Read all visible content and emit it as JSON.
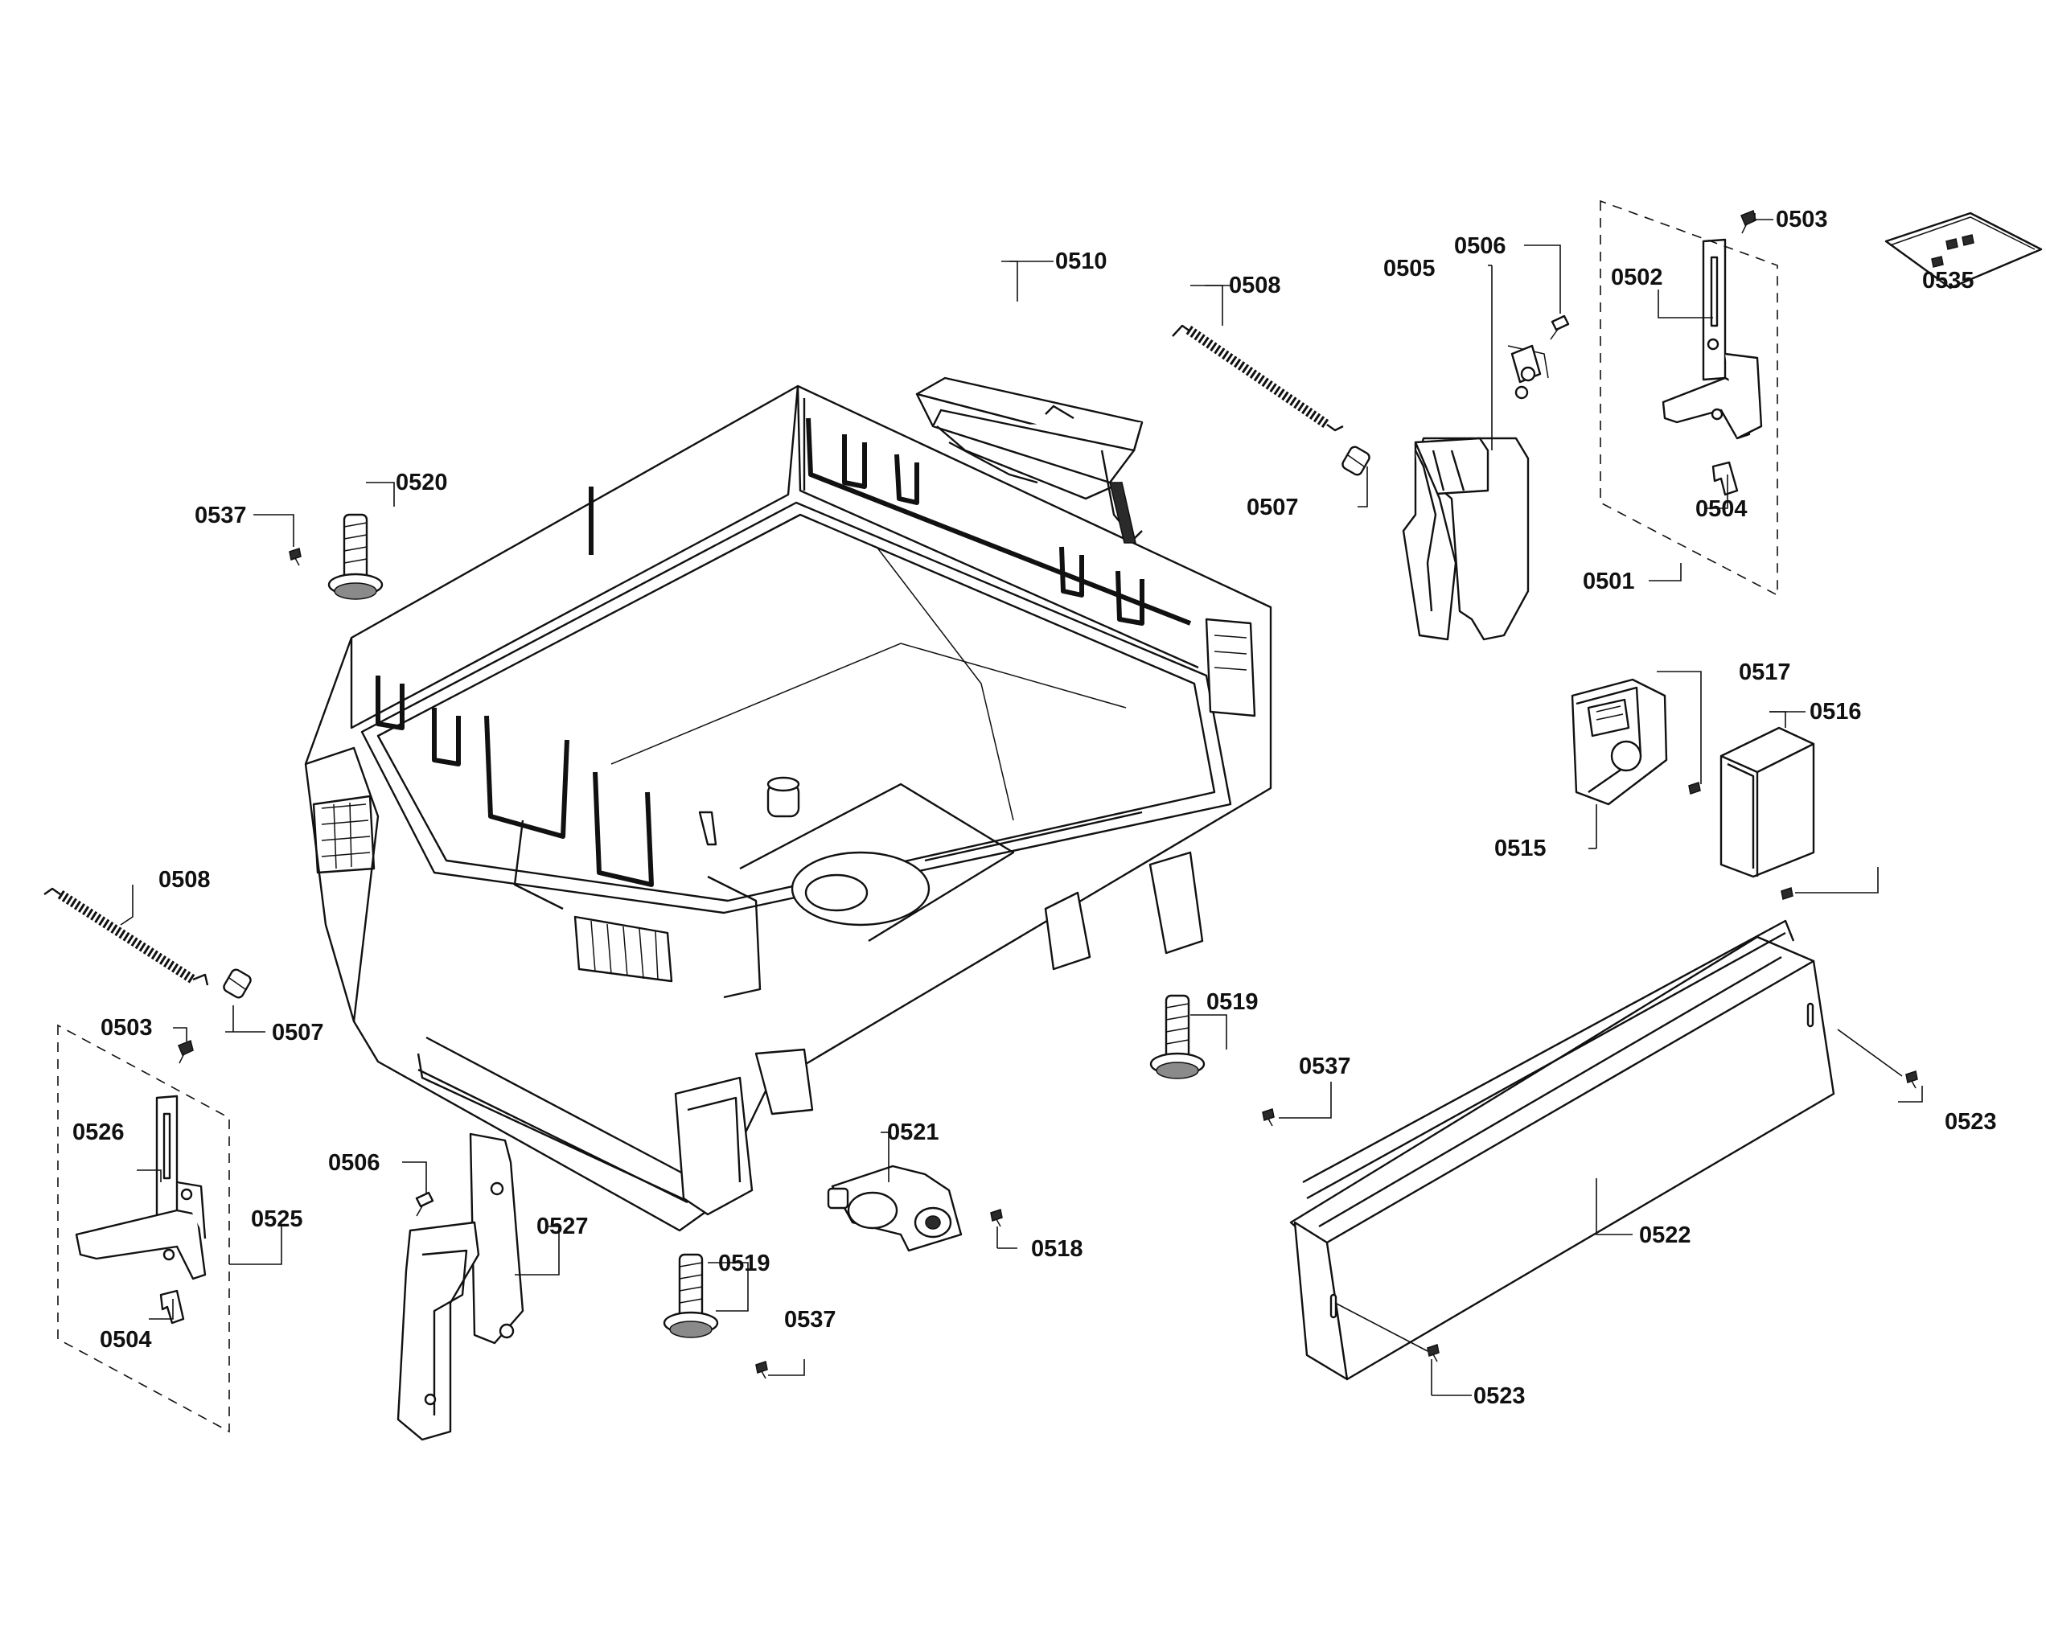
{
  "diagram": {
    "labels": [
      "0535",
      "0503",
      "0506",
      "0502",
      "0505",
      "0510",
      "0508",
      "0520",
      "0537",
      "0507",
      "0504",
      "0501",
      "0517",
      "0516",
      "0515",
      "0508",
      "0503",
      "0507",
      "0519",
      "0537",
      "0523",
      "0526",
      "0506",
      "0521",
      "0525",
      "0527",
      "0522",
      "0519",
      "0518",
      "0504",
      "0537",
      "0523"
    ]
  }
}
